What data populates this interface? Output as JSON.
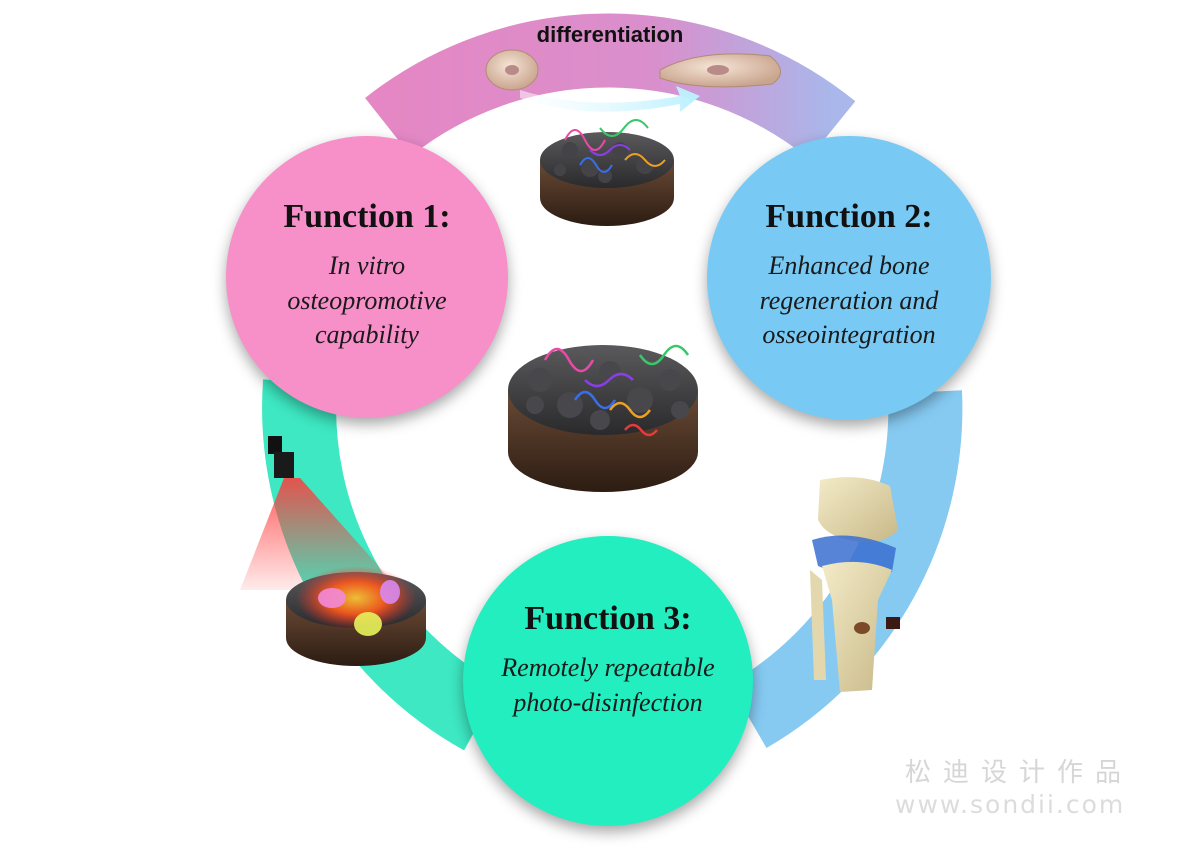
{
  "diagram": {
    "differentiation_label": "differentiation",
    "functions": [
      {
        "title": "Function 1:",
        "description": "In vitro osteopromotive capability",
        "color": "#f78fc8"
      },
      {
        "title": "Function 2:",
        "description": "Enhanced bone regeneration and osseointegration",
        "color": "#78caf5"
      },
      {
        "title": "Function 3:",
        "description": "Remotely repeatable photo-disinfection",
        "color": "#22eec0"
      }
    ],
    "ring_colors": {
      "pink": "#e88fc6",
      "blue": "#86caf2",
      "teal": "#3de8c2"
    },
    "icons": [
      "cell-differentiation-icon",
      "scaffold-icon",
      "laser-device-icon",
      "knee-joint-icon"
    ]
  },
  "watermark": {
    "chinese_text": "松迪设计作品",
    "url": "www.sondii.com"
  }
}
